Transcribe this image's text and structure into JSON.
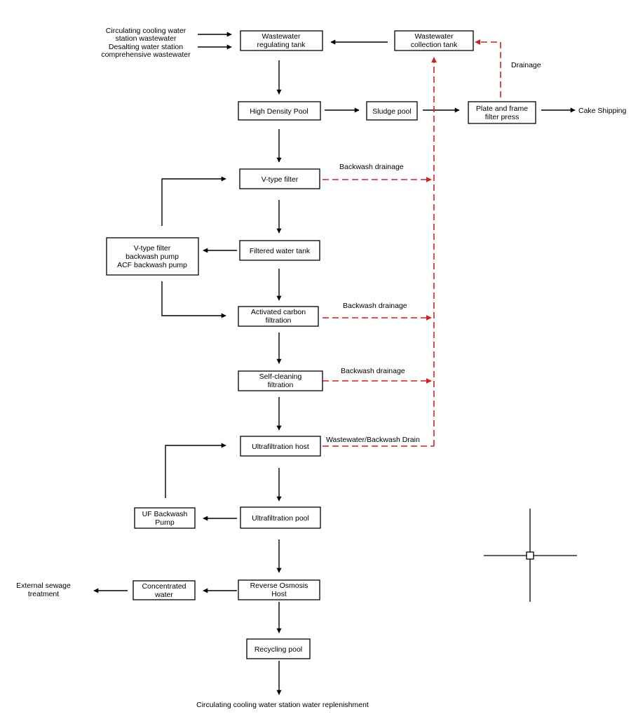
{
  "nodes": {
    "regulating_tank": [
      "Wastewater",
      "regulating tank"
    ],
    "collection_tank": [
      "Wastewater",
      "collection tank"
    ],
    "high_density_pool": [
      "High Density Pool"
    ],
    "sludge_pool": [
      "Sludge pool"
    ],
    "filter_press": [
      "Plate and frame",
      "filter press"
    ],
    "v_filter": [
      "V-type filter"
    ],
    "filtered_tank": [
      "Filtered water tank"
    ],
    "backwash_pump": [
      "V-type filter",
      "backwash pump",
      "ACF backwash pump"
    ],
    "carbon": [
      "Activated carbon",
      "filtration"
    ],
    "self_cleaning": [
      "Self-cleaning",
      "filtration"
    ],
    "uf_host": [
      "Ultrafiltration host"
    ],
    "uf_pool": [
      "Ultrafiltration pool"
    ],
    "uf_pump": [
      "UF Backwash",
      "Pump"
    ],
    "ro_host": [
      "Reverse Osmosis",
      "Host"
    ],
    "concentrated": [
      "Concentrated",
      "water"
    ],
    "recycling": [
      "Recycling pool"
    ]
  },
  "labels": {
    "input1": [
      "Circulating cooling water",
      "station wastewater"
    ],
    "input2": [
      "Desalting water station",
      "comprehensive wastewater"
    ],
    "drainage": [
      "Drainage"
    ],
    "cake": [
      "Cake Shipping"
    ],
    "backwash1": [
      "Backwash drainage"
    ],
    "backwash2": [
      "Backwash drainage"
    ],
    "backwash3": [
      "Backwash drainage"
    ],
    "uf_drain": [
      "Wastewater/Backwash Drain"
    ],
    "external": [
      "External sewage",
      "treatment"
    ],
    "replenish": [
      "Circulating cooling water station water replenishment"
    ]
  },
  "colors": {
    "flow": "#000000",
    "drain": "#d42020"
  }
}
